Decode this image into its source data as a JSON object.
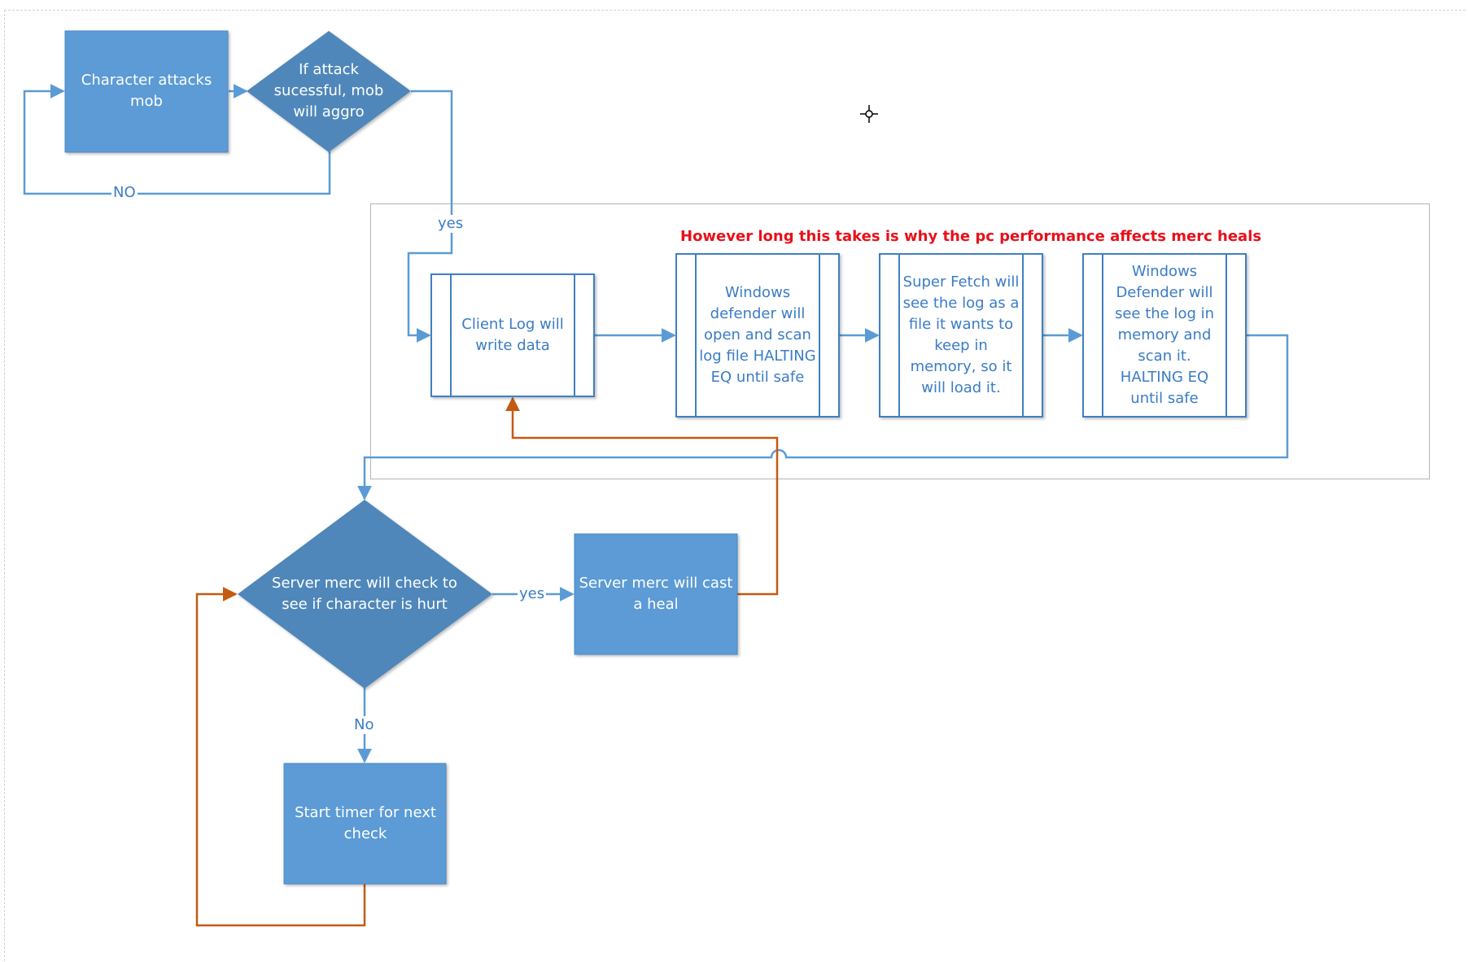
{
  "colors": {
    "process_fill": "#5b9bd5",
    "decision_fill": "#4f87ba",
    "subprocess_stroke": "#3f7fc1",
    "connector_blue": "#5b9bd5",
    "connector_orange": "#c55a11",
    "note_red": "#e8101a"
  },
  "nodes": {
    "character_attacks": "Character attacks mob",
    "attack_success": "If attack sucessful, mob will aggro",
    "client_log": "Client Log will write data",
    "defender_scan": "Windows defender will open and scan log file HALTING EQ until safe",
    "super_fetch": "Super Fetch will see the log as a file it wants to keep in memory, so it will load it.",
    "defender_memory": "Windows Defender will see the log in memory and scan it. HALTING EQ until safe",
    "merc_check": "Server merc will check to see if character is hurt",
    "merc_heal": "Server merc will cast a heal",
    "start_timer": "Start timer for next check"
  },
  "edge_labels": {
    "no_upper": "NO",
    "yes_upper": "yes",
    "yes_heal": "yes",
    "no_lower": "No"
  },
  "note": "However long this takes is why the pc performance affects merc heals",
  "icons": {
    "cursor": "move-cursor-icon"
  }
}
